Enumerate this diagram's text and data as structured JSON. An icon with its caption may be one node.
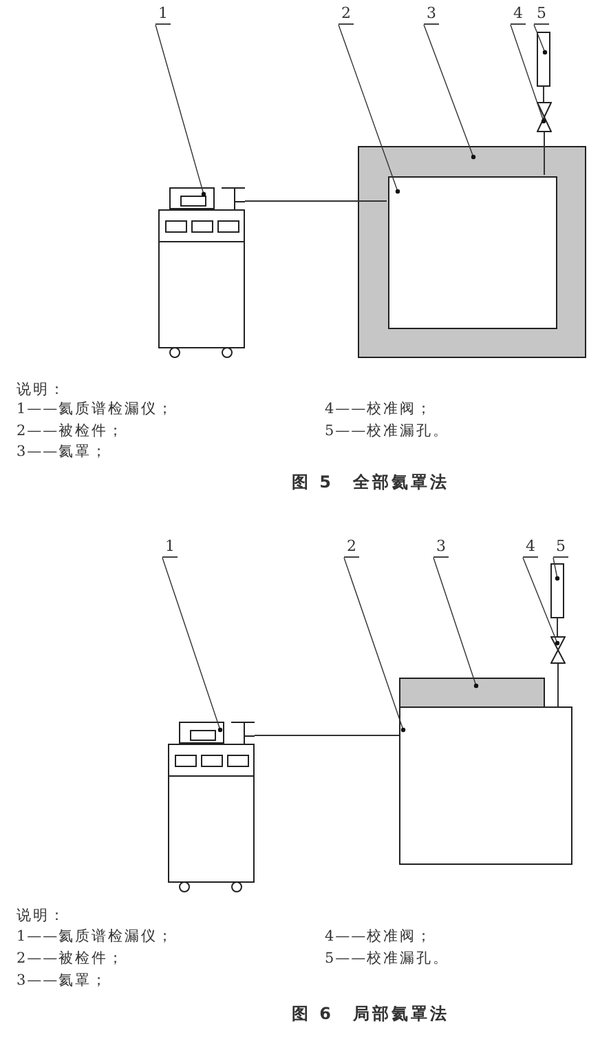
{
  "diagram": {
    "nodes": [
      {
        "text": [
          "1"
        ]
      },
      {
        "text": [
          "2"
        ]
      },
      {
        "text": [
          "3"
        ]
      },
      {
        "text": [
          "4"
        ]
      },
      {
        "text": [
          "5"
        ]
      },
      {
        "text": [],
        "shape": "picture"
      },
      {
        "text": [],
        "shape": "box"
      },
      {
        "text": [],
        "shape": "box",
        "in": 6
      },
      {
        "text": [],
        "shape": "valve"
      },
      {
        "text": [],
        "shape": "box"
      },
      {
        "text": [
          "1"
        ]
      },
      {
        "text": [
          "2"
        ]
      },
      {
        "text": [
          "3"
        ]
      },
      {
        "text": [
          "4"
        ]
      },
      {
        "text": [
          "5"
        ]
      },
      {
        "text": [],
        "shape": "picture"
      },
      {
        "text": [],
        "shape": "box"
      },
      {
        "text": [],
        "shape": "box"
      },
      {
        "text": [],
        "shape": "valve"
      },
      {
        "text": [],
        "shape": "box"
      }
    ],
    "edges": [
      {
        "from": 0,
        "to": 5,
        "arrow": "other"
      },
      {
        "from": 1,
        "to": 7,
        "arrow": "other"
      },
      {
        "from": 2,
        "to": 6,
        "arrow": "other"
      },
      {
        "from": 3,
        "to": 8,
        "arrow": "other"
      },
      {
        "from": 4,
        "to": 9,
        "arrow": "other"
      },
      {
        "from": 5,
        "to": 7,
        "arrow": "none"
      },
      {
        "from": 9,
        "to": 8,
        "arrow": "none"
      },
      {
        "from": 8,
        "to": 7,
        "arrow": "none"
      },
      {
        "from": 10,
        "to": 15,
        "arrow": "other"
      },
      {
        "from": 11,
        "to": 17,
        "arrow": "other"
      },
      {
        "from": 12,
        "to": 16,
        "arrow": "other"
      },
      {
        "from": 13,
        "to": 18,
        "arrow": "other"
      },
      {
        "from": 14,
        "to": 19,
        "arrow": "other"
      },
      {
        "from": 15,
        "to": 17,
        "arrow": "none"
      },
      {
        "from": 19,
        "to": 18,
        "arrow": "none"
      },
      {
        "from": 18,
        "to": 17,
        "arrow": "none"
      }
    ],
    "labels": [
      "说明：",
      "1——氦质谱检漏仪；",
      "4——校准阀；",
      "2——被检件；",
      "5——校准漏孔。",
      "3——氦罩；",
      "图 5　全部氦罩法",
      "说明：",
      "1——氦质谱检漏仪；",
      "4——校准阀；",
      "2——被检件；",
      "5——校准漏孔。",
      "3——氦罩；",
      "图 6　局部氦罩法"
    ]
  }
}
